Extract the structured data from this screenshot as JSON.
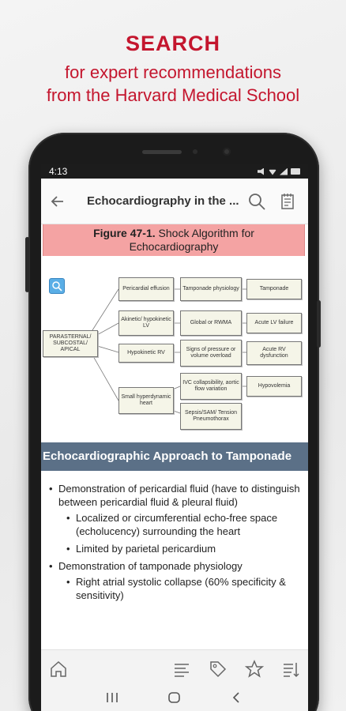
{
  "promo": {
    "headline": "SEARCH",
    "line1": "for expert recommendations",
    "line2": "from the Harvard Medical School"
  },
  "status": {
    "time": "4:13"
  },
  "appbar": {
    "title": "Echocardiography in the ..."
  },
  "figure": {
    "number": "Figure 47-1.",
    "title": " Shock Algorithm for Echocardiography",
    "nodes": {
      "root": "PARASTERNAL/ SUBCOSTAL/ APICAL",
      "effusion": "Pericardial effusion",
      "akinetic": "Akinetic/ hypokinetic LV",
      "hypokinetic_rv": "Hypokinetic RV",
      "small_heart": "Small hyperdynamic heart",
      "tamponade_phys": "Tamponade physiology",
      "global_rwma": "Global or RWMA",
      "signs_pressure": "Signs of pressure or volume overload",
      "ivc": "IVC collapsibility, aortic flow variation",
      "sepsis": "Sepsis/SAM/ Tension Pneumothorax",
      "tamponade": "Tamponade",
      "acute_lv": "Acute LV failure",
      "acute_rv": "Acute RV dysfunction",
      "hypovolemia": "Hypovolemia"
    }
  },
  "section": {
    "title": "Echocardiographic Approach to Tamponade"
  },
  "bullets": [
    {
      "text": "Demonstration of pericardial fluid (have to distinguish between pericardial fluid & pleural fluid)",
      "sub": [
        "Localized or circumferential echo-free space (echolucency) surrounding the heart",
        "Limited by parietal pericardium"
      ]
    },
    {
      "text": "Demonstration of tamponade physiology",
      "sub": [
        "Right atrial systolic collapse (60% specificity & sensitivity)"
      ]
    }
  ],
  "colors": {
    "brand_red": "#c4162e",
    "caption_bg": "#f4a3a3",
    "section_bg": "#5b7087"
  }
}
